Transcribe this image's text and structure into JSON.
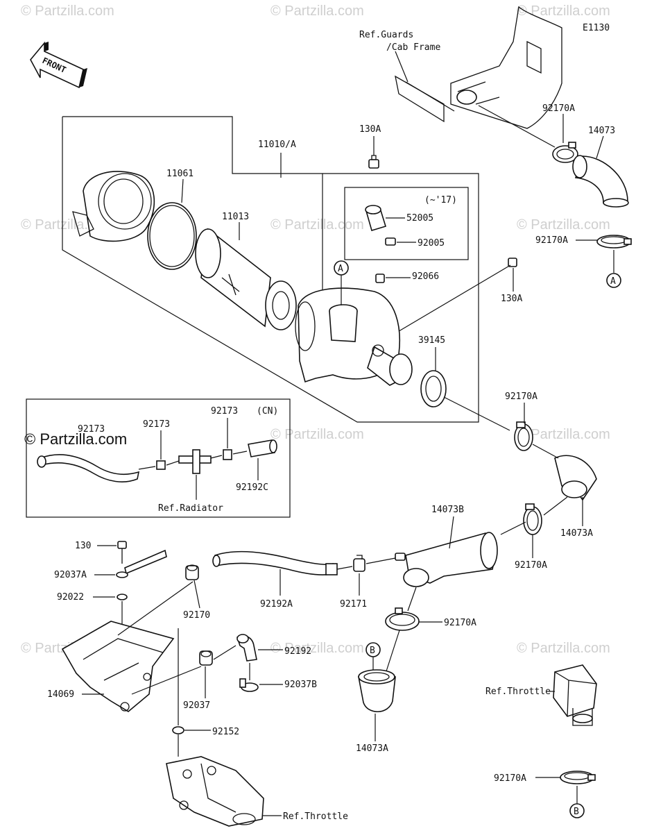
{
  "diagram_code": "E1130",
  "front_label": "FRONT",
  "watermark": "© Partzilla.com",
  "variant_note_main": "(~'17)",
  "variant_note_cn": "(CN)",
  "references": {
    "guards_line1": "Ref.Guards",
    "guards_line2": "/Cab Frame",
    "radiator": "Ref.Radiator",
    "throttle_right": "Ref.Throttle",
    "throttle_bottom": "Ref.Throttle"
  },
  "callouts": {
    "c11010A": "11010/A",
    "c11061": "11061",
    "c11013": "11013",
    "c130A_top": "130A",
    "c130A_right": "130A",
    "c52005": "52005",
    "c92005": "92005",
    "c92066": "92066",
    "c39145": "39145",
    "c92170A_1": "92170A",
    "c14073": "14073",
    "c92170A_2": "92170A",
    "c92170A_3": "92170A",
    "c14073A_1": "14073A",
    "c14073B": "14073B",
    "c92170A_4": "92170A",
    "c92170A_5": "92170A",
    "c14073A_2": "14073A",
    "c92170A_6": "92170A",
    "c92173_1": "92173",
    "c92173_2": "92173",
    "c92192C": "92192C",
    "c130": "130",
    "c92037A": "92037A",
    "c92022": "92022",
    "c92170": "92170",
    "c92192A": "92192A",
    "c92171": "92171",
    "c92192": "92192",
    "c92037B": "92037B",
    "c92037": "92037",
    "c14069": "14069",
    "c92152": "92152"
  },
  "markers": {
    "A": "A",
    "B": "B"
  }
}
